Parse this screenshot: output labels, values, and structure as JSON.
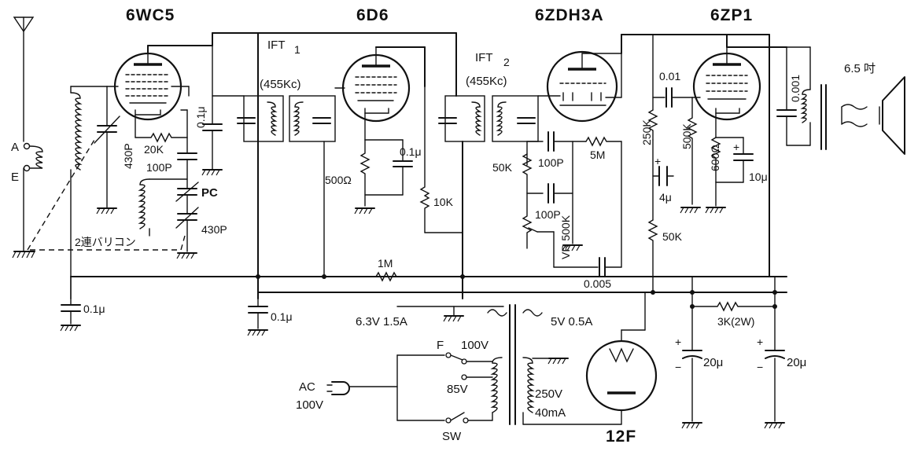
{
  "tubes": {
    "t1": "6WC5",
    "t2": "6D6",
    "t3": "6ZDH3A",
    "t4": "6ZP1",
    "rect": "12F"
  },
  "antenna": {
    "a": "A",
    "e": "E"
  },
  "ift": {
    "ift1": "IFT",
    "ift1_sub": "1",
    "ift1_freq": "(455Kc)",
    "ift2": "IFT",
    "ift2_sub": "2",
    "ift2_freq": "(455Kc)"
  },
  "components": {
    "c_ant_430p": "430P",
    "r_20k": "20K",
    "c_100p_osc": "100P",
    "c_01_a": "0.1μ",
    "pc": "PC",
    "c_430p_2": "430P",
    "varicon": "2連バリコン",
    "r_500": "500Ω",
    "c_01_b": "0.1μ",
    "r_10k": "10K",
    "r_1m": "1M",
    "c_01_c": "0.1μ",
    "c_01_d": "0.1μ",
    "r_50k_a": "50K",
    "c_100p_a": "100P",
    "r_5m": "5M",
    "c_100p_b": "100P",
    "vr": "VR 500K",
    "c_0005": "0.005",
    "c_001_a": "0.01",
    "r_250k": "250K",
    "r_500k": "500K",
    "r_600": "600Ω",
    "c_4u": "4μ",
    "c_10u": "10μ",
    "r_50k_b": "50K",
    "c_0001": "0.001",
    "speaker": "6.5 吋",
    "r_3k": "3K(2W)",
    "c_20u_a": "20μ",
    "c_20u_b": "20μ"
  },
  "power": {
    "heater": "6.3V  1.5A",
    "rect_heater": "5V  0.5A",
    "fuse": "F",
    "tap_100": "100V",
    "tap_85": "85V",
    "hv": "250V",
    "hv_current": "40mA",
    "ac": "AC",
    "ac_v": "100V",
    "sw": "SW"
  }
}
